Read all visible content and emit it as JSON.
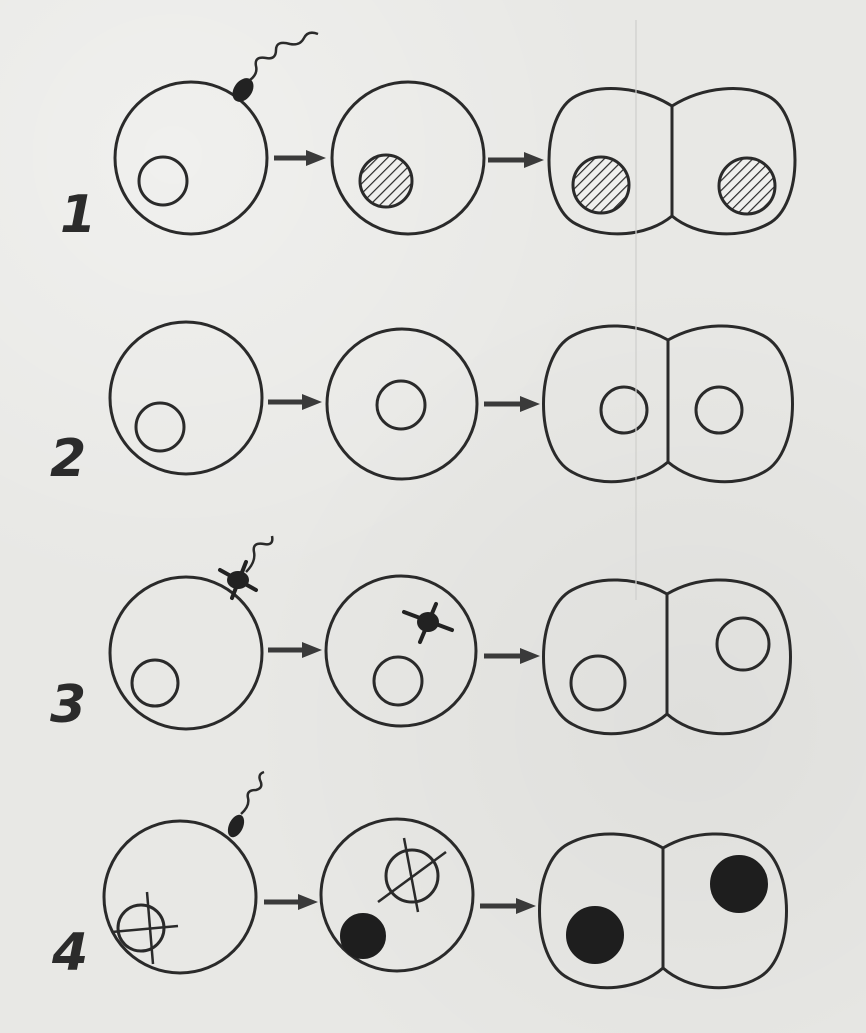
{
  "figure": {
    "rows": [
      {
        "label": "1"
      },
      {
        "label": "2"
      },
      {
        "label": "3"
      },
      {
        "label": "4"
      }
    ]
  }
}
